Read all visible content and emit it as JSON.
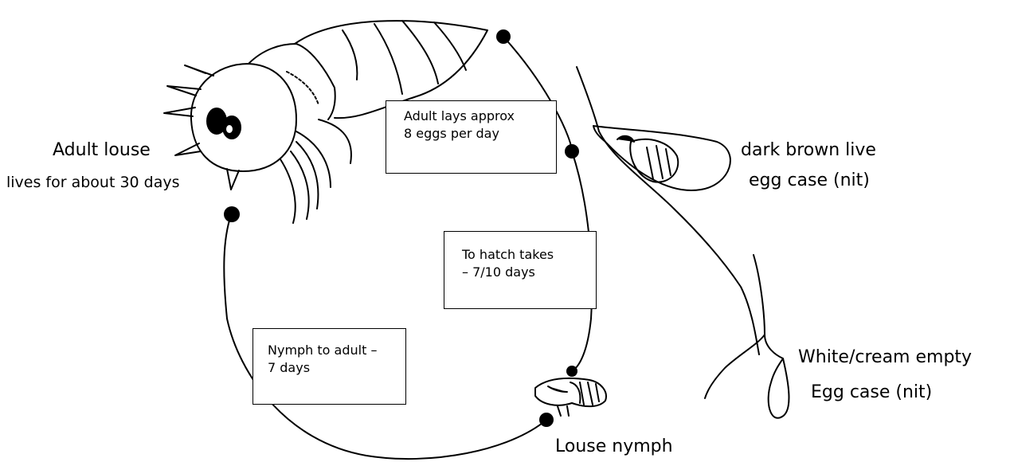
{
  "labels": {
    "adult_title": "Adult louse",
    "adult_lifespan": "lives for about 30 days",
    "live_nit_line1": "dark brown live",
    "live_nit_line2": "egg case (nit)",
    "empty_nit_line1": "White/cream empty",
    "empty_nit_line2": "Egg case (nit)",
    "nymph": "Louse nymph"
  },
  "boxes": {
    "lay": {
      "line1": "Adult lays approx",
      "line2": "8 eggs per day"
    },
    "hatch": {
      "line1": "To hatch takes",
      "line2": "– 7/10 days"
    },
    "nymph_adult": {
      "line1": "Nymph to adult –",
      "line2": "7 days"
    }
  }
}
